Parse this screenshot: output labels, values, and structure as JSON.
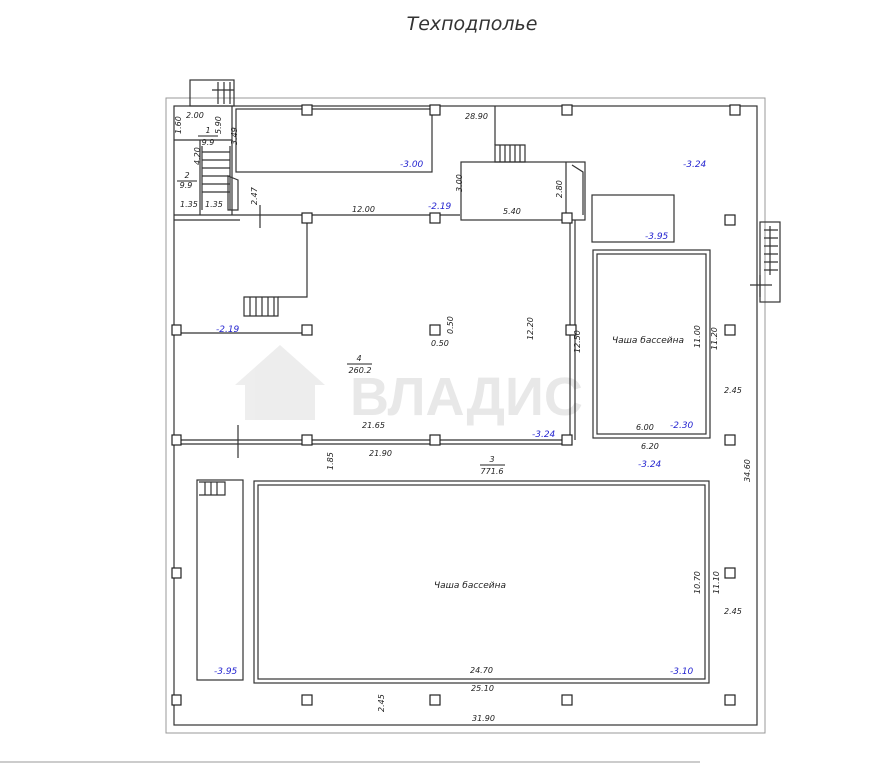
{
  "title": "Техподполье",
  "watermark": "ВЛАДИС",
  "rooms": [
    {
      "number": "1",
      "area": "9.9"
    },
    {
      "number": "2",
      "area": "9.9"
    },
    {
      "number": "4",
      "area": "260.2"
    },
    {
      "number": "3",
      "area": "771.6"
    }
  ],
  "pool_labels": [
    "Чаша бассейна",
    "Чаша бассейна"
  ],
  "elevations": [
    "-3.00",
    "-2.19",
    "-3.24",
    "-3.95",
    "-2.19",
    "-3.24",
    "-2.30",
    "-3.24",
    "-3.95",
    "-3.10"
  ],
  "dimensions": [
    "2.00",
    "1.60",
    "5.90",
    "3.49",
    "4.20",
    "1.35",
    "1.35",
    "2.47",
    "12.00",
    "28.90",
    "3.00",
    "5.40",
    "2.80",
    "0.50",
    "0.50",
    "12.20",
    "12.50",
    "21.65",
    "21.90",
    "1.85",
    "11.00",
    "11.20",
    "6.00",
    "6.20",
    "2.45",
    "34.60",
    "10.70",
    "11.10",
    "2.45",
    "24.70",
    "25.10",
    "2.45",
    "31.90"
  ]
}
